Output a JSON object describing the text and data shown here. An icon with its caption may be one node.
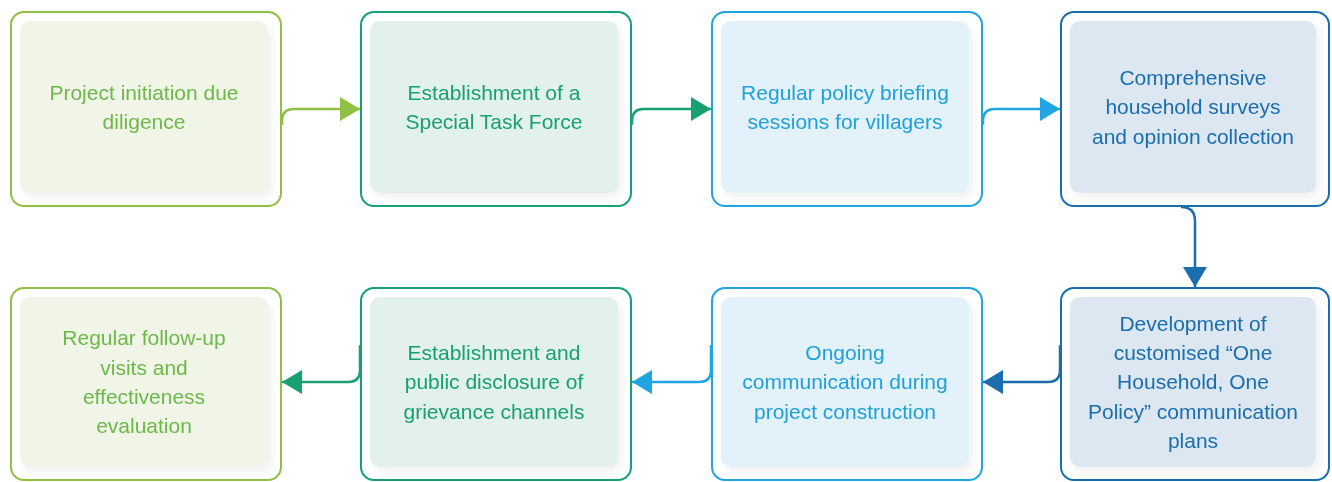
{
  "diagram": {
    "nodes": [
      {
        "text": [
          "Project initiation due diligence"
        ]
      },
      {
        "text": [
          "Establishment of a Special Task Force"
        ]
      },
      {
        "text": [
          "Regular policy briefing sessions for villagers"
        ]
      },
      {
        "text": [
          "Comprehensive household surveys and opinion collection"
        ]
      },
      {
        "text": [
          "Development of customised “One Household, One Policy” communication plans"
        ]
      },
      {
        "text": [
          "Ongoing communication during project construction"
        ]
      },
      {
        "text": [
          "Establishment and public disclosure of grievance channels"
        ]
      },
      {
        "text": [
          "Regular follow-up visits and effectiveness evaluation"
        ]
      }
    ],
    "edges": [
      {
        "from": 0,
        "to": 1,
        "arrow": "to",
        "color": "#8fbf45"
      },
      {
        "from": 1,
        "to": 2,
        "arrow": "to",
        "color": "#17a070"
      },
      {
        "from": 2,
        "to": 3,
        "arrow": "to",
        "color": "#1ea5e2"
      },
      {
        "from": 3,
        "to": 4,
        "arrow": "to",
        "color": "#1a6ead"
      },
      {
        "from": 4,
        "to": 5,
        "arrow": "to",
        "color": "#1a6ead"
      },
      {
        "from": 5,
        "to": 6,
        "arrow": "to",
        "color": "#1ea5e2"
      },
      {
        "from": 6,
        "to": 7,
        "arrow": "to",
        "color": "#17a070"
      }
    ]
  }
}
